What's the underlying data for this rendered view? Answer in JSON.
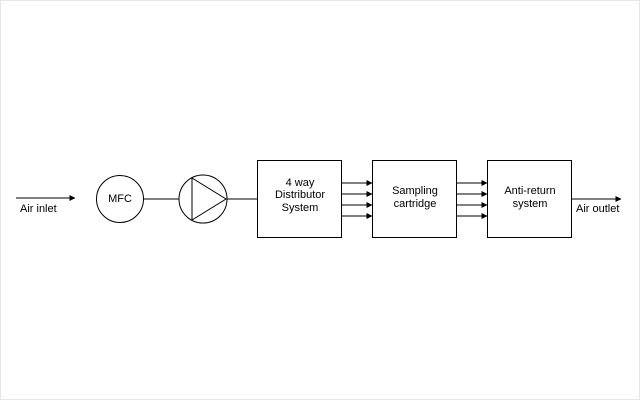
{
  "labels": {
    "air_inlet": "Air inlet",
    "air_outlet": "Air outlet",
    "mfc": "MFC"
  },
  "boxes": {
    "distributor": [
      "4 way",
      "Distributor",
      "System"
    ],
    "sampling": [
      "Sampling",
      "cartridge"
    ],
    "antireturn": [
      "Anti-return",
      "system"
    ]
  },
  "icons": {
    "pump": "pump-triangle-icon"
  }
}
